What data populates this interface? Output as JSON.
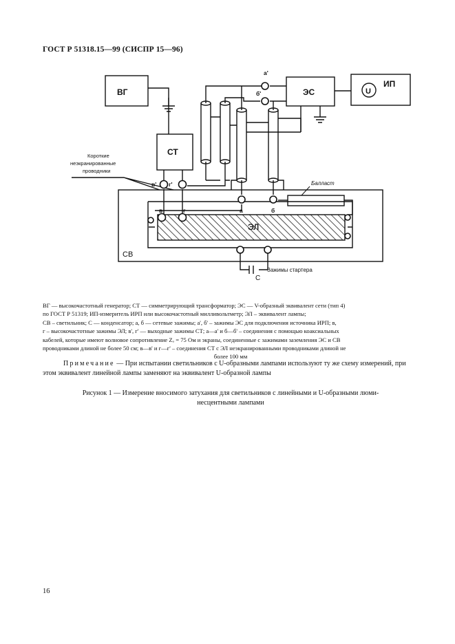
{
  "header": {
    "title": "ГОСТ Р 51318.15—99 (СИСПР 15—96)"
  },
  "diagram": {
    "vg": "ВГ",
    "st": "СТ",
    "es": "ЭС",
    "ip": "ИП",
    "u": "U",
    "el": "ЭЛ",
    "sv": "СВ",
    "c": "С",
    "ballast": "Балласт",
    "starter": "Зажимы стартера",
    "short_wires": [
      "Короткие",
      "неэкранированные",
      "проводники"
    ],
    "term_a_prime": "а'",
    "term_b_prime": "б'",
    "term_v_prime": "в'",
    "term_g_prime": "г'",
    "term_v": "в",
    "term_g": "г",
    "term_a": "а",
    "term_b": "б"
  },
  "legend": {
    "lines": [
      "ВГ — высокочастотный генератор; СТ — симметрирующий трансформатор; ЭС — V-образный эквивалент сети (тип 4)",
      "по ГОСТ Р 51319; ИП-измеритель ИРП или высокочастотный милливольтметр; ЭЛ – эквивалент лампы;",
      "СВ – светильник; С — конденсатор; а, б — сетевые зажимы; а', б' – зажимы ЭС для подключения источника ИРП; в,",
      "г – высокочастотные зажимы ЭЛ; в', г' — выходные зажимы СТ; а—а' и б—б' – соединения с помощью коаксиальных",
      "кабелей, которые имеют волновое сопротивление Zₒ = 75 Ом и экраны, соединенные с зажимами заземления ЭС и СВ",
      "проводниками длиной не более 50 см; в—в' и г—г' – соединения СТ с ЭЛ неэкранированными проводниками длиной не",
      "более 100 мм"
    ]
  },
  "note": {
    "label": "Примечание",
    "text": "— При испытании светильников с U-образными лампами используют ту же схему измерений, при этом эквивалент линейной лампы заменяют на эквивалент U-образной лампы"
  },
  "caption": {
    "line1": "Рисунок 1 — Измерение вносимого затухания для светильников с линейными и U-образными люми-",
    "line2": "несцентными лампами"
  },
  "page_number": "16"
}
